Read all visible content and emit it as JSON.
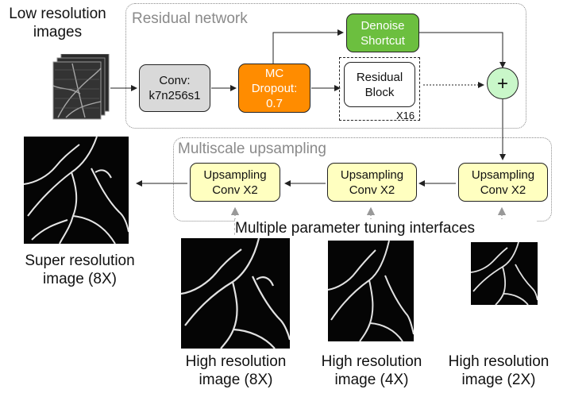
{
  "groups": {
    "residual": "Residual network",
    "upsampling": "Multiscale upsampling"
  },
  "nodes": {
    "conv": "Conv:\nk7n256s1",
    "dropout": "MC\nDropout:\n0.7",
    "denoise": "Denoise\nShortcut",
    "residual_block": "Residual\nBlock",
    "repeat": "X16",
    "sum": "+",
    "up1": "Upsampling\nConv X2",
    "up2": "Upsampling\nConv X2",
    "up3": "Upsampling\nConv X2"
  },
  "labels": {
    "input": "Low resolution\nimages",
    "output": "Super resolution\nimage (8X)",
    "interfaces": "Multiple parameter tuning interfaces",
    "hr8": "High resolution\nimage (8X)",
    "hr4": "High resolution\nimage (4X)",
    "hr2": "High resolution\nimage (2X)"
  },
  "colors": {
    "conv": "#d9d9d9",
    "dropout": "#ff8c00",
    "denoise": "#6cbf3f",
    "residual_block": "#ffffff",
    "upsampling": "#ffffc0",
    "sum": "#c9f7c9"
  }
}
